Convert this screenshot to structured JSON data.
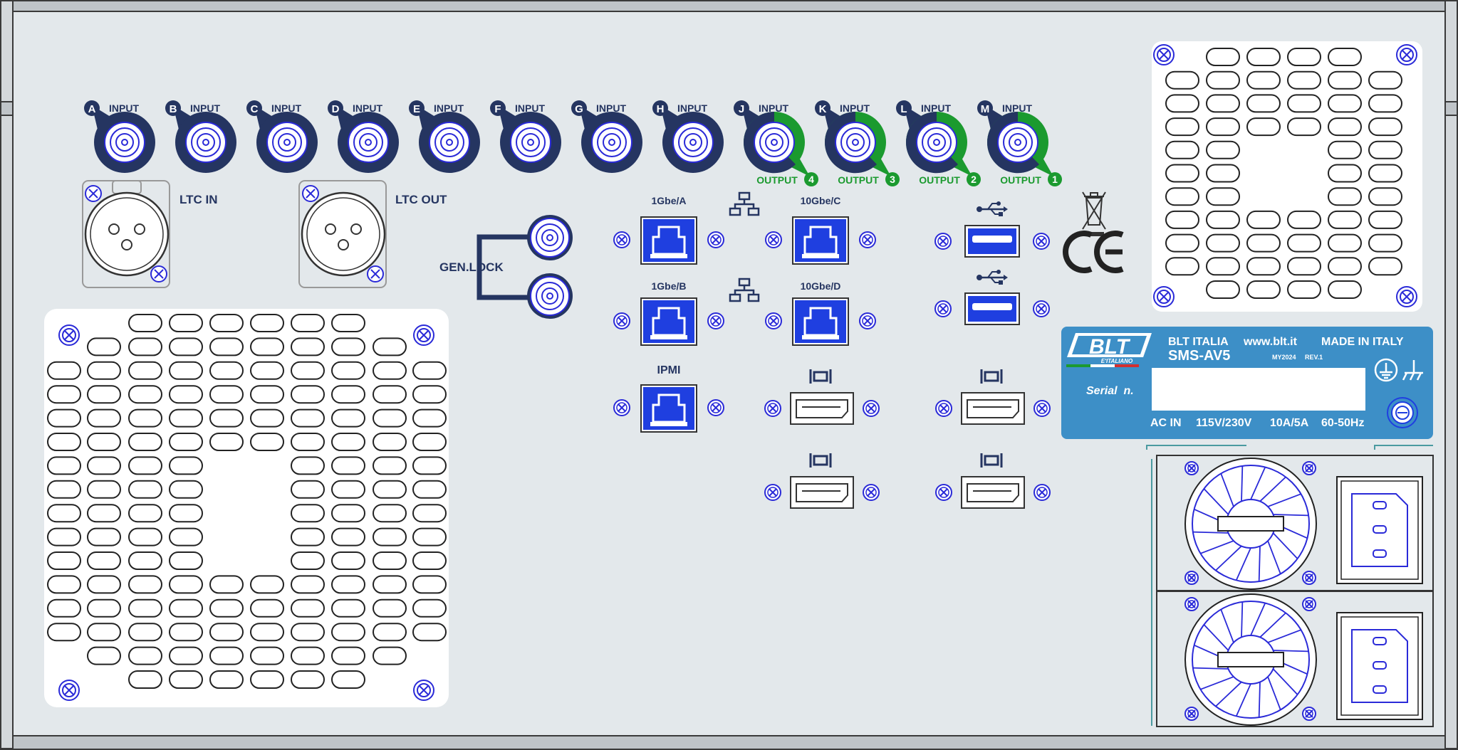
{
  "colors": {
    "panel": "#e3e8eb",
    "frame": "#3a3a3a",
    "navy": "#253561",
    "output_green": "#1b9a2f",
    "port_blue": "#1f3fe0",
    "badge_blue": "#3d8fc7",
    "outline_blue": "#2a2ad8"
  },
  "bnc_connectors": [
    {
      "letter": "A",
      "label": "INPUT",
      "output": null
    },
    {
      "letter": "B",
      "label": "INPUT",
      "output": null
    },
    {
      "letter": "C",
      "label": "INPUT",
      "output": null
    },
    {
      "letter": "D",
      "label": "INPUT",
      "output": null
    },
    {
      "letter": "E",
      "label": "INPUT",
      "output": null
    },
    {
      "letter": "F",
      "label": "INPUT",
      "output": null
    },
    {
      "letter": "G",
      "label": "INPUT",
      "output": null
    },
    {
      "letter": "H",
      "label": "INPUT",
      "output": null
    },
    {
      "letter": "J",
      "label": "INPUT",
      "output": {
        "label": "OUTPUT",
        "number": "4"
      }
    },
    {
      "letter": "K",
      "label": "INPUT",
      "output": {
        "label": "OUTPUT",
        "number": "3"
      }
    },
    {
      "letter": "L",
      "label": "INPUT",
      "output": {
        "label": "OUTPUT",
        "number": "2"
      }
    },
    {
      "letter": "M",
      "label": "INPUT",
      "output": {
        "label": "OUTPUT",
        "number": "1"
      }
    }
  ],
  "xlr": {
    "in_label": "LTC IN",
    "out_label": "LTC OUT"
  },
  "genlock": {
    "label": "GEN.LOCK"
  },
  "network": {
    "port_a": "1Gbe/A",
    "port_b": "1Gbe/B",
    "port_c": "10Gbe/C",
    "port_d": "10Gbe/D",
    "ipmi": "IPMI"
  },
  "badge": {
    "logo": "BLT",
    "logo_sub": "E'ITALIANO",
    "company": "BLT ITALIA",
    "website": "www.blt.it",
    "made_in": "MADE IN ITALY",
    "model": "SMS-AV5",
    "model_year": "MY2024",
    "revision": "REV.1",
    "serial_label": "Serial  n.",
    "ac_in": "AC IN",
    "voltage": "115V/230V",
    "current": "10A/5A",
    "frequency": "60-50Hz"
  },
  "icons": {
    "usb": "usb-icon",
    "network": "network-icon",
    "displayport": "displayport-icon",
    "weee": "weee-bin-icon",
    "ce": "ce-mark-icon",
    "ground": "ground-icon"
  }
}
